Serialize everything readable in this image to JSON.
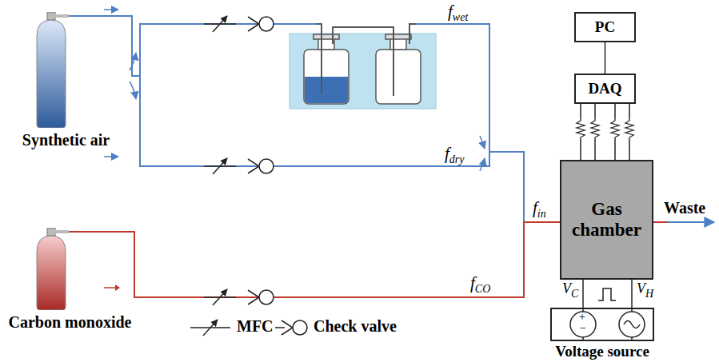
{
  "diagram": {
    "nodes": [
      {
        "text": [
          "Synthetic air"
        ]
      },
      {
        "text": [
          "Carbon monoxide"
        ]
      },
      {
        "text": [
          "PC"
        ]
      },
      {
        "text": [
          "DAQ"
        ]
      },
      {
        "text": [
          "Gas chamber"
        ]
      },
      {
        "text": [
          "Voltage source"
        ]
      }
    ],
    "edges": [
      {
        "from": 0,
        "to": 4,
        "arrow": "none"
      },
      {
        "from": 1,
        "to": 4,
        "arrow": "none"
      },
      {
        "from": 2,
        "to": 3,
        "arrow": "none"
      },
      {
        "from": 3,
        "to": 4,
        "arrow": "none"
      },
      {
        "from": 3,
        "to": 4,
        "arrow": "none"
      },
      {
        "from": 3,
        "to": 4,
        "arrow": "none"
      },
      {
        "from": 3,
        "to": 4,
        "arrow": "none"
      },
      {
        "from": 5,
        "to": 4,
        "label": "VC",
        "arrow": "none"
      },
      {
        "from": 5,
        "to": 4,
        "label": "VH",
        "arrow": "none"
      }
    ],
    "labels": [
      "fwet",
      "fdry",
      "fin",
      "fCO",
      "Waste",
      "+",
      "−"
    ],
    "legend": [
      {
        "text": "MFC"
      },
      {
        "text": "Check valve"
      }
    ]
  }
}
